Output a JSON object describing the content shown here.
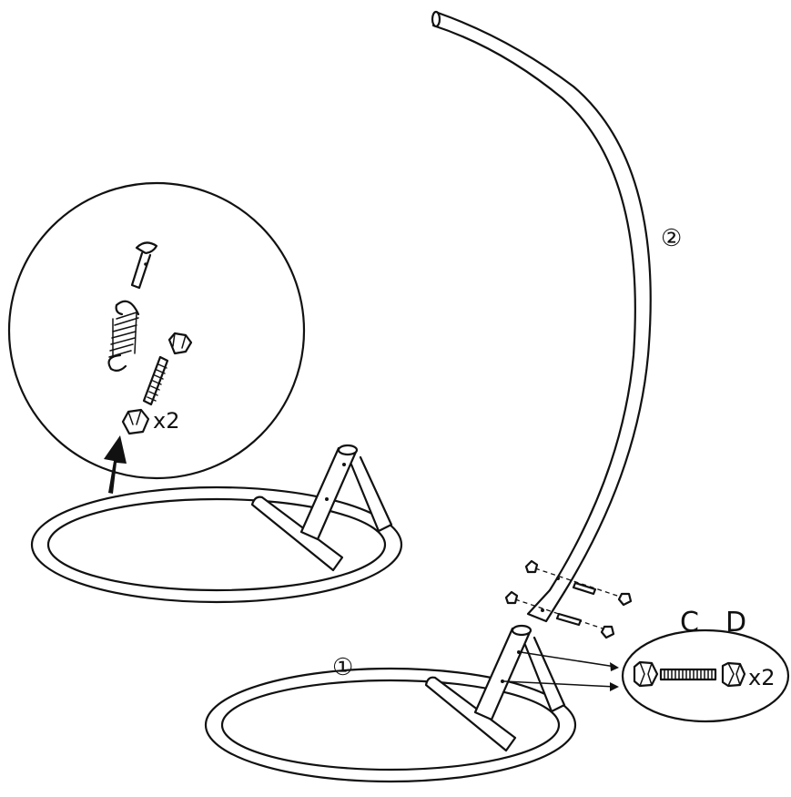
{
  "labels": {
    "detail_qty": "x2",
    "part_stand_pole": "②",
    "part_base": "①",
    "hardware_c": "C",
    "hardware_d": "D",
    "hardware_qty": "x2"
  },
  "colors": {
    "line": "#111111",
    "background": "#ffffff"
  }
}
